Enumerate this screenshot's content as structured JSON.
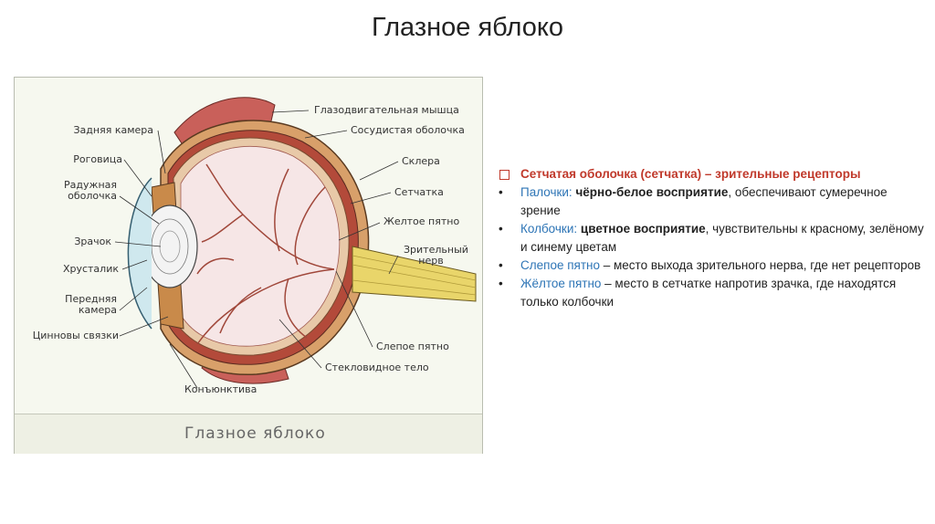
{
  "slide": {
    "title": "Глазное яблоко"
  },
  "figure": {
    "caption": "Глазное яблоко",
    "labels": {
      "eye_muscle": "Глазодвигательная мышца",
      "choroid": "Сосудистая оболочка",
      "sclera": "Склера",
      "retina": "Сетчатка",
      "yellow_spot": "Желтое пятно",
      "optic_nerve_1": "Зрительный",
      "optic_nerve_2": "нерв",
      "blind_spot": "Слепое пятно",
      "vitreous": "Стекловидное тело",
      "conjunctiva": "Конъюнктива",
      "posterior_chamber": "Задняя камера",
      "cornea": "Роговица",
      "iris_1": "Радужная",
      "iris_2": "оболочка",
      "pupil": "Зрачок",
      "lens": "Хрусталик",
      "anterior_chamber_1": "Передняя",
      "anterior_chamber_2": "камера",
      "zinn_ligaments": "Цинновы связки"
    }
  },
  "text": {
    "heading": "Сетчатая оболочка (сетчатка) – зрительные рецепторы",
    "items": [
      {
        "term": "Палочки:",
        "bold": "чёрно-белое восприятие",
        "rest": ", обеспечивают сумеречное зрение"
      },
      {
        "term": "Колбочки:",
        "bold": "цветное восприятие",
        "rest": ", чувствительны к красному, зелёному и синему цветам"
      },
      {
        "term": "Слепое пятно",
        "bold": "",
        "rest": " – место выхода зрительного нерва, где нет рецепторов"
      },
      {
        "term": "Жёлтое пятно",
        "bold": "",
        "rest": " – место в сетчатке напротив зрачка, где находятся только колбочки"
      }
    ]
  },
  "colors": {
    "heading": "#c0392b",
    "term": "#2e75b6",
    "figure_bg": "#f6f8ef"
  }
}
